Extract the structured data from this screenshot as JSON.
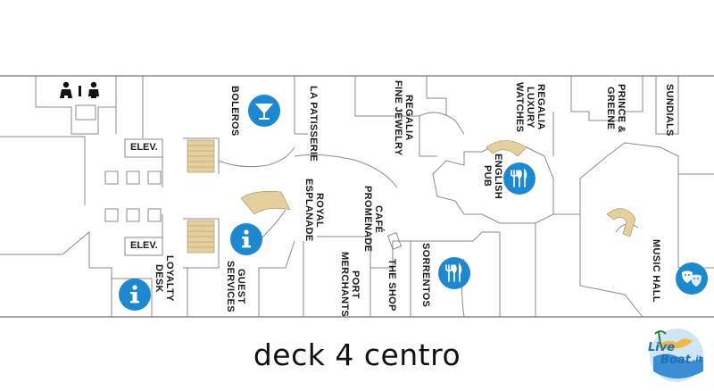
{
  "caption": "deck 4 centro",
  "watermark": {
    "text_live": "Live",
    "text_boat": "Boat",
    "text_domain": ".it"
  },
  "labels": {
    "boleros": "BOLEROS",
    "la_patisserie": "LA PATISSERIE",
    "regalia_fine_jewelry": "REGALIA\nFINE JEWELRY",
    "regalia_luxury_watches": "REGALIA\nLUXURY\nWATCHES",
    "prince_greene": "PRINCE &\nGREENE",
    "sundials": "SUNDIALS",
    "elev_top": "ELEV.",
    "elev_bottom": "ELEV.",
    "royal_esplanade": "ROYAL\nESPLANADE",
    "cafe_promenade": "CAFÉ\nPROMENADE",
    "english_pub": "ENGLISH\nPUB",
    "guest_services": "GUEST\nSERVICES",
    "loyalty_desk": "LOYALTY\nDESK",
    "port_merchants": "PORT\nMERCHANTS",
    "the_shop": "THE SHOP",
    "sorrentos": "SORRENTOS",
    "music_hall": "MUSIC HALL"
  },
  "icons": {
    "restrooms": "restroom-icon",
    "bar": "cocktail-bar-icon",
    "dining": "dining-icon",
    "info": "information-icon",
    "theater": "theater-masks-icon"
  },
  "colors": {
    "poi_blue": "#1e88cf",
    "wall_gray": "#8a8a8a",
    "stairs_tan": "#d9c08c"
  }
}
